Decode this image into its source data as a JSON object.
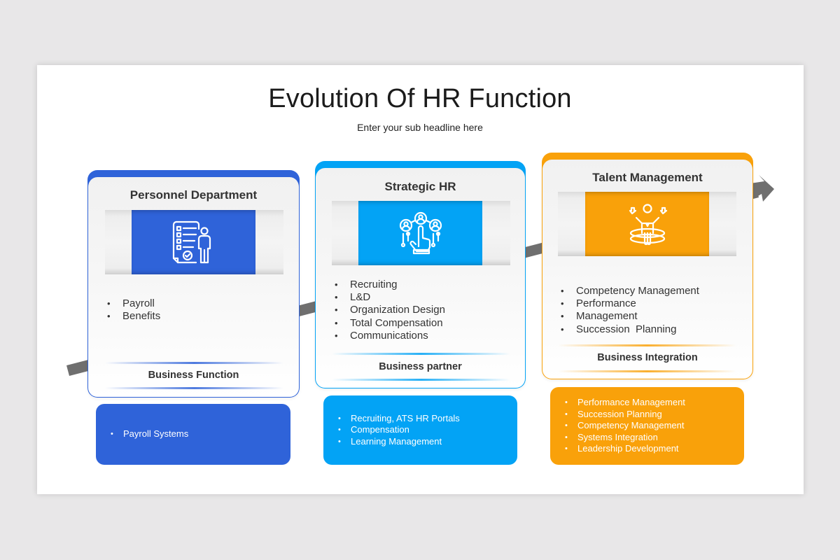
{
  "slide": {
    "title": "Evolution Of HR Function",
    "subtitle": "Enter your sub headline here"
  },
  "colors": {
    "background": "#e8e7e8",
    "blue": "#2f63d9",
    "light_blue": "#03a3f5",
    "orange": "#f9a10a",
    "arrow_gray": "#6f6f6f"
  },
  "stages": [
    {
      "title": "Personnel Department",
      "icon": "checklist-person-icon",
      "accent": "#2f63d9",
      "bullets": [
        "Payroll",
        "Benefits"
      ],
      "footer": "Business Function",
      "systems": [
        "Payroll Systems"
      ]
    },
    {
      "title": "Strategic HR",
      "icon": "hand-select-people-icon",
      "accent": "#03a3f5",
      "bullets": [
        "Recruiting",
        "L&D",
        "Organization Design",
        "Total Compensation",
        "Communications"
      ],
      "footer": "Business partner",
      "systems": [
        "Recruiting, ATS HR Portals",
        "Compensation",
        "Learning Management"
      ]
    },
    {
      "title": "Talent Management",
      "icon": "person-growth-ring-icon",
      "accent": "#f9a10a",
      "bullets": [
        "Competency Management",
        "Performance",
        "Management",
        "Succession  Planning"
      ],
      "footer": "Business Integration",
      "systems": [
        "Performance Management",
        "Succession Planning",
        "Competency Management",
        "Systems Integration",
        "Leadership Development"
      ]
    }
  ]
}
